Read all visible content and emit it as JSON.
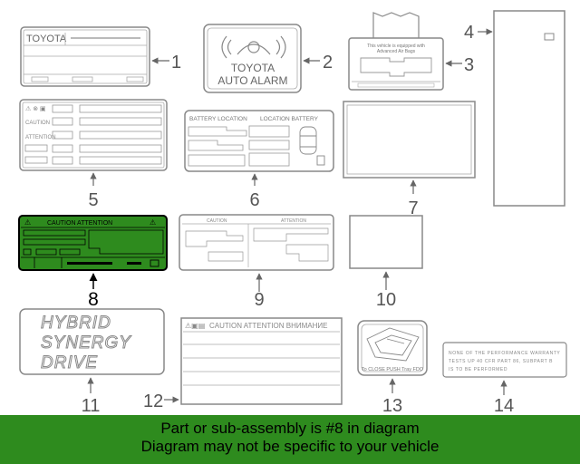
{
  "labels": {
    "l1": {
      "brand": "TOYOTA",
      "number": "1"
    },
    "l2": {
      "line1": "TOYOTA",
      "line2": "AUTO ALARM",
      "number": "2"
    },
    "l3": {
      "line1": "This vehicle is equipped with",
      "line2": "Advanced Air Bags",
      "number": "3"
    },
    "l4": {
      "number": "4"
    },
    "l5": {
      "caution": "CAUTION",
      "attention": "ATTENTION",
      "number": "5"
    },
    "l6": {
      "left": "BATTERY LOCATION",
      "right": "LOCATION BATTERY",
      "number": "6"
    },
    "l7": {
      "number": "7"
    },
    "l8": {
      "caution": "CAUTION ATTENTION",
      "number": "8"
    },
    "l9": {
      "caution": "CAUTION",
      "attention": "ATTENTION",
      "number": "9"
    },
    "l10": {
      "number": "10"
    },
    "l11": {
      "line1": "HYBRID",
      "line2": "SYNERGY",
      "line3": "DRIVE",
      "number": "11"
    },
    "l12": {
      "header": "CAUTION ATTENTION ВНИМАНИЕ",
      "number": "12"
    },
    "l13": {
      "text": "To CLOSE PUSH Tray FDO",
      "number": "13"
    },
    "l14": {
      "line1": "NONE OF THE PERFORMANCE WARRANTY",
      "line2": "TESTS UP 40 CFR PART 86, SUBPART B",
      "line3": "IS TO BE PERFORMED",
      "number": "14"
    }
  },
  "highlight": {
    "part_number": "8",
    "color": "#2e8b1e"
  },
  "banner": {
    "line1": "Part or sub-assembly is #8 in diagram",
    "line2": "Diagram may not be specific to your vehicle",
    "color": "#2e8b1e"
  }
}
